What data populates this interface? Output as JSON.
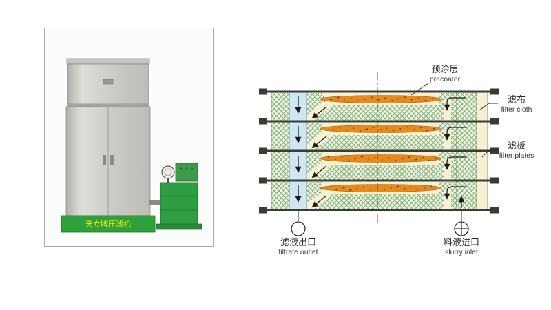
{
  "photo": {
    "machine_label": "天立牌压滤机"
  },
  "diagram": {
    "labels": {
      "precoater": {
        "cn": "预涂层",
        "en": "precoater"
      },
      "filter_cloth": {
        "cn": "滤布",
        "en": "filter cloth"
      },
      "filter_plates": {
        "cn": "滤板",
        "en": "filter plates"
      },
      "filtrate_outlet": {
        "cn": "滤液出口",
        "en": "filtrate outlet"
      },
      "slurry_inlet": {
        "cn": "料液进口",
        "en": "slurry inlet"
      }
    },
    "symbols": {
      "filtrate_outlet": "circle",
      "slurry_inlet": "circle-plus"
    },
    "colors": {
      "precoat_layer": "#e8891b",
      "precoat_dots": "#5c3a08",
      "filter_cloth_hatch_line": "#7fae6e",
      "filter_cloth_hatch_bg": "#f0f5e8",
      "filter_plate": "#f6f1d3",
      "filtrate_channel": "#cfe7f3",
      "plate_line": "#3b3b36",
      "machine_base_green": "#2fa03a",
      "machine_label_yellow": "#f8ec00"
    }
  }
}
